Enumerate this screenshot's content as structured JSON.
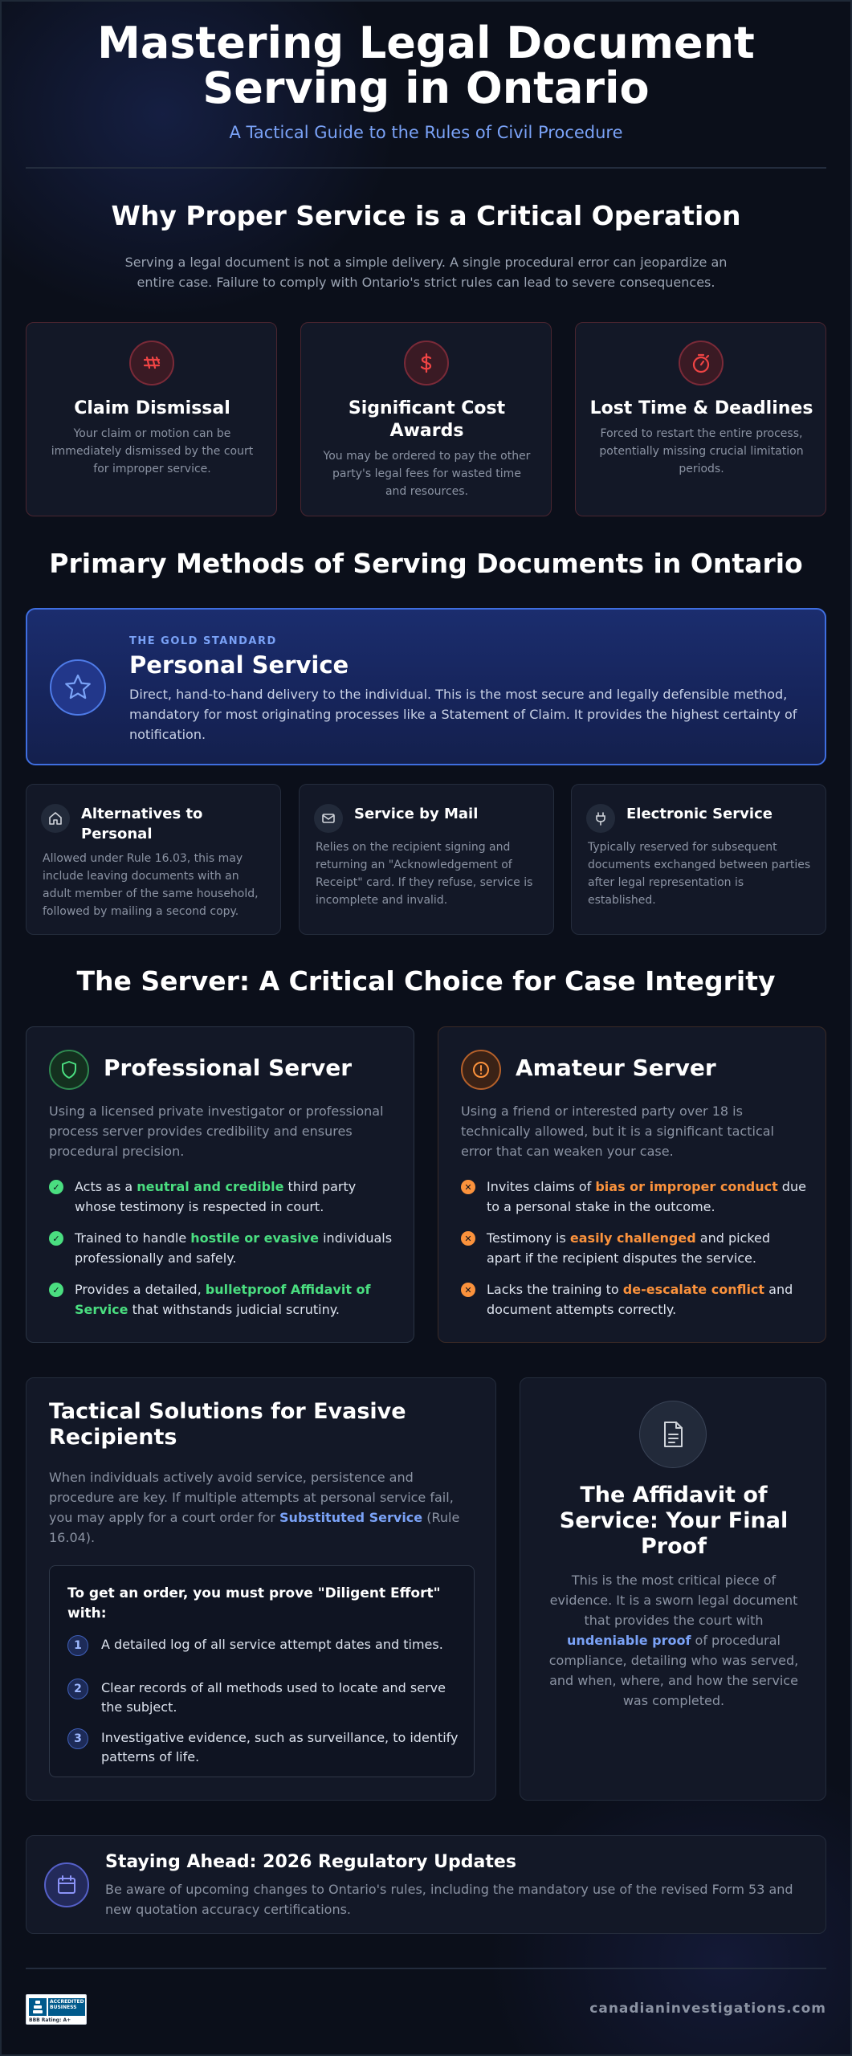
{
  "header": {
    "title_line1": "Mastering Legal Document",
    "title_line2": "Serving in Ontario",
    "subtitle": "A Tactical Guide to the Rules of Civil Procedure"
  },
  "why": {
    "title": "Why Proper Service is a Critical Operation",
    "description": "Serving a legal document is not a simple delivery. A single procedural error can jeopardize an entire case. Failure to comply with Ontario's strict rules can lead to severe consequences.",
    "cards": [
      {
        "icon": "gavel-icon",
        "title": "Claim Dismissal",
        "description": "Your claim or motion can be immediately dismissed by the court for improper service."
      },
      {
        "icon": "dollar-icon",
        "title": "Significant Cost Awards",
        "description": "You may be ordered to pay the other party's legal fees for wasted time and resources."
      },
      {
        "icon": "timer-icon",
        "title": "Lost Time & Deadlines",
        "description": "Forced to restart the entire process, potentially missing crucial limitation periods."
      }
    ]
  },
  "methods": {
    "title": "Primary Methods of Serving Documents in Ontario",
    "personal": {
      "tag": "THE GOLD STANDARD",
      "title": "Personal Service",
      "description": "Direct, hand-to-hand delivery to the individual. This is the most secure and legally defensible method, mandatory for most originating processes like a Statement of Claim. It provides the highest certainty of notification."
    },
    "others": [
      {
        "icon": "home-icon",
        "title": "Alternatives to Personal",
        "description": "Allowed under Rule 16.03, this may include leaving documents with an adult member of the same household, followed by mailing a second copy."
      },
      {
        "icon": "mail-icon",
        "title": "Service by Mail",
        "description": "Relies on the recipient signing and returning an \"Acknowledgement of Receipt\" card. If they refuse, service is incomplete and invalid."
      },
      {
        "icon": "plug-icon",
        "title": "Electronic Service",
        "description": "Typically reserved for subsequent documents exchanged between parties after legal representation is established."
      }
    ]
  },
  "server": {
    "title": "The Server: A Critical Choice for Case Integrity",
    "professional": {
      "title": "Professional Server",
      "intro": "Using a licensed private investigator or professional process server provides credibility and ensures procedural precision.",
      "bullets": [
        {
          "pre": "Acts as a ",
          "hl": "neutral and credible",
          "post": " third party whose testimony is respected in court."
        },
        {
          "pre": "Trained to handle ",
          "hl": "hostile or evasive",
          "post": " individuals professionally and safely."
        },
        {
          "pre": "Provides a detailed, ",
          "hl": "bulletproof Affidavit of Service",
          "post": " that withstands judicial scrutiny."
        }
      ]
    },
    "amateur": {
      "title": "Amateur Server",
      "intro": "Using a friend or interested party over 18 is technically allowed, but it is a significant tactical error that can weaken your case.",
      "bullets": [
        {
          "pre": "Invites claims of ",
          "hl": "bias or improper conduct",
          "post": " due to a personal stake in the outcome."
        },
        {
          "pre": "Testimony is ",
          "hl": "easily challenged",
          "post": " and picked apart if the recipient disputes the service."
        },
        {
          "pre": "Lacks the training to ",
          "hl": "de-escalate conflict",
          "post": " and document attempts correctly."
        }
      ]
    }
  },
  "tactical": {
    "title": "Tactical Solutions for Evasive Recipients",
    "desc_pre": "When individuals actively avoid service, persistence and procedure are key. If multiple attempts at personal service fail, you may apply for a court order for ",
    "desc_hl": "Substituted Service",
    "desc_post": " (Rule 16.04).",
    "diligence_title": "To get an order, you must prove \"Diligent Effort\" with:",
    "steps": [
      {
        "num": "1",
        "text": "A detailed log of all service attempt dates and times."
      },
      {
        "num": "2",
        "text": "Clear records of all methods used to locate and serve the subject."
      },
      {
        "num": "3",
        "text": "Investigative evidence, such as surveillance, to identify patterns of life."
      }
    ]
  },
  "affidavit": {
    "title": "The Affidavit of Service: Your Final Proof",
    "desc_pre": "This is the most critical piece of evidence. It is a sworn legal document that provides the court with ",
    "desc_hl": "undeniable proof",
    "desc_post": " of procedural compliance, detailing who was served, and when, where, and how the service was completed."
  },
  "updates": {
    "title": "Staying Ahead: 2026 Regulatory Updates",
    "description": "Be aware of upcoming changes to Ontario's rules, including the mandatory use of the revised Form 53 and new quotation accuracy certifications."
  },
  "footer": {
    "badge_line1": "ACCREDITED",
    "badge_line2": "BUSINESS",
    "badge_rating": "BBB Rating: A+",
    "site": "canadianinvestigations.com"
  },
  "colors": {
    "background": "#0b0f1a",
    "accent_blue": "#7aa2f7",
    "positive_green": "#4ade80",
    "warning_orange": "#fb923c",
    "danger_red": "#ef4444"
  }
}
